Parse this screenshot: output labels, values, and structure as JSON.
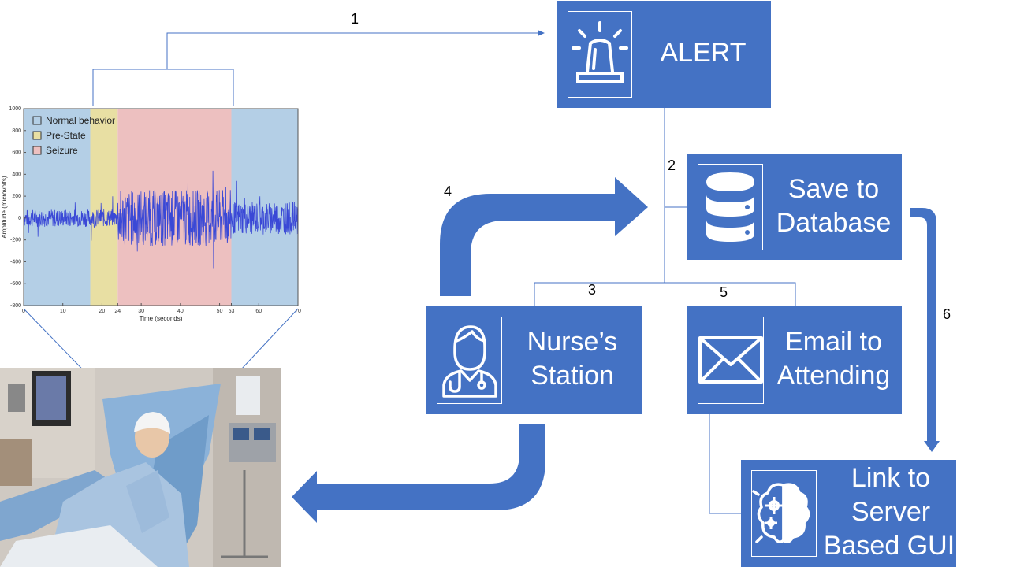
{
  "nodes": {
    "alert": {
      "label": "ALERT",
      "icon": "siren-icon"
    },
    "save": {
      "label_line1": "Save to",
      "label_line2": "Database",
      "icon": "database-icon"
    },
    "nurse": {
      "label_line1": "Nurse’s",
      "label_line2": "Station",
      "icon": "nurse-icon"
    },
    "email": {
      "label_line1": "Email to",
      "label_line2": "Attending",
      "icon": "envelope-icon"
    },
    "link": {
      "label_line1": "Link to",
      "label_line2": "Server",
      "label_line3": "Based GUI",
      "icon": "brain-gear-icon"
    }
  },
  "step_numbers": {
    "s1": "1",
    "s2": "2",
    "s3": "3",
    "s4": "4",
    "s5": "5",
    "s6": "6"
  },
  "colors": {
    "box": "#4472c4",
    "connector": "#4472c4",
    "normal": "#b4cfe6",
    "prestate": "#e8dfa3",
    "seizure": "#edc0c0",
    "signal": "#3a48d6"
  },
  "chart_data": {
    "type": "line",
    "title": "",
    "xlabel": "Time (seconds)",
    "ylabel": "Amplitude (microvolts)",
    "xlim": [
      0,
      70
    ],
    "ylim": [
      -800,
      1000
    ],
    "xticks": [
      "0",
      "10",
      "20",
      "24",
      "30",
      "40",
      "50",
      "53",
      "60",
      "70"
    ],
    "xtick_values": [
      0,
      10,
      20,
      24,
      30,
      40,
      50,
      53,
      60,
      70
    ],
    "yticks": [
      "1000",
      "800",
      "600",
      "400",
      "200",
      "0",
      "-200",
      "-400",
      "-600",
      "-800"
    ],
    "ytick_values": [
      1000,
      800,
      600,
      400,
      200,
      0,
      -200,
      -400,
      -600,
      -800
    ],
    "legend": [
      {
        "name": "Normal behavior",
        "color": "#b4cfe6"
      },
      {
        "name": "Pre-State",
        "color": "#e8dfa3"
      },
      {
        "name": "Seizure",
        "color": "#edc0c0"
      }
    ],
    "regions": [
      {
        "state": "Normal behavior",
        "x": [
          0,
          17
        ]
      },
      {
        "state": "Pre-State",
        "x": [
          17,
          24
        ]
      },
      {
        "state": "Seizure",
        "x": [
          24,
          53
        ]
      },
      {
        "state": "Normal behavior",
        "x": [
          53,
          70
        ]
      }
    ],
    "legend_position": "top-left"
  },
  "photo": {
    "description_icon": "patient-photo"
  }
}
